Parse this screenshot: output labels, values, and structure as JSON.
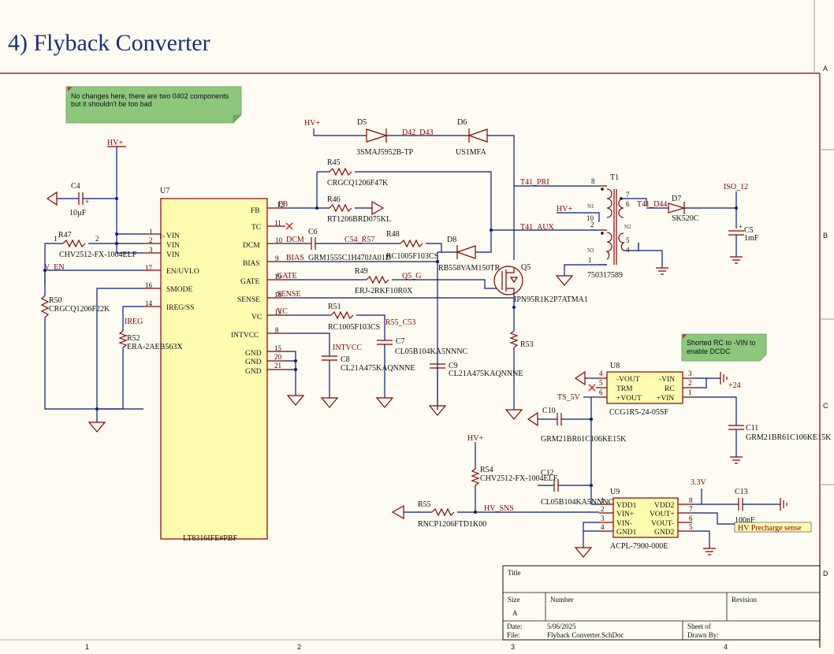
{
  "page": {
    "title": "4) Flyback Converter"
  },
  "zones": {
    "rows": [
      "A",
      "B",
      "C",
      "D"
    ],
    "cols": [
      "1",
      "2",
      "3",
      "4"
    ]
  },
  "notes": {
    "n1": [
      "No changes here, there are two 0402 components",
      "but it shouldn't be too bad"
    ],
    "n2": [
      "Shorted RC to -VIN to",
      "enable DCDC"
    ]
  },
  "ic_u7": {
    "designator": "U7",
    "part": "LT8316IFE#PBF",
    "left_pins": [
      {
        "num": "1",
        "name": "VIN"
      },
      {
        "num": "2",
        "name": "VIN"
      },
      {
        "num": "3",
        "name": "VIN"
      },
      {
        "num": "17",
        "name": "EN/UVLO"
      },
      {
        "num": "16",
        "name": "SMODE"
      },
      {
        "num": "14",
        "name": "IREG/SS"
      }
    ],
    "right_pins": [
      {
        "num": "12",
        "name": "FB"
      },
      {
        "num": "11",
        "name": "TC"
      },
      {
        "num": "10",
        "name": "DCM"
      },
      {
        "num": "9",
        "name": "BIAS"
      },
      {
        "num": "19",
        "name": "GATE"
      },
      {
        "num": "18",
        "name": "SENSE"
      },
      {
        "num": "13",
        "name": "VC"
      },
      {
        "num": "8",
        "name": "INTVCC"
      },
      {
        "num": "15",
        "name": "GND"
      },
      {
        "num": "20",
        "name": "GND"
      },
      {
        "num": "21",
        "name": "GND"
      }
    ]
  },
  "nets": {
    "hv_plus": "HV+",
    "v_en": "V_EN",
    "ireg": "IREG",
    "fb": "FB",
    "dcm": "DCM",
    "bias": "BIAS",
    "gate": "GATE",
    "sense": "SENSE",
    "vc": "VC",
    "intvcc": "INTVCC",
    "t41_pri": "T41_PRI",
    "t41_aux": "T41_AUX",
    "t41_d44": "T41_D44",
    "d42_d43": "D42_D43",
    "c54_r57": "C54_R57",
    "q5_g": "Q5_G",
    "r55_c53": "R55_C53",
    "iso_12": "ISO_12",
    "ts_5v": "TS_5V",
    "hv_sns": "HV_SNS",
    "v33": "3.3V",
    "p24": "+24",
    "hv_precharge": "HV Precharge sense"
  },
  "components": {
    "c4": {
      "des": "C4",
      "val": "10µF"
    },
    "r47": {
      "des": "R47",
      "val": "CHV2512-FX-1004ELF"
    },
    "r50": {
      "des": "R50",
      "val": "CRGCQ1206F22K"
    },
    "r52": {
      "des": "R52",
      "val": "ERA-2AEB563X"
    },
    "d5": {
      "des": "D5",
      "val": "3SMAJ5952B-TP"
    },
    "d6": {
      "des": "D6",
      "val": "US1MFA"
    },
    "r45": {
      "des": "R45",
      "val": "CRGCQ1206F47K"
    },
    "r46": {
      "des": "R46",
      "val": "RT1206BRD075KL"
    },
    "c6": {
      "des": "C6",
      "val": "GRM1555C1H470JA01D"
    },
    "r48": {
      "des": "R48",
      "val": "RC1005F103CS"
    },
    "d8": {
      "des": "D8",
      "val": "RB558VAM150TR"
    },
    "r49": {
      "des": "R49",
      "val": "ERJ-2RKF10R0X"
    },
    "r51": {
      "des": "R51",
      "val": "RC1005F103CS"
    },
    "c7": {
      "des": "C7",
      "val": "CL05B104KA5NNNC"
    },
    "c8": {
      "des": "C8",
      "val": "CL21A475KAQNNNE"
    },
    "c9": {
      "des": "C9",
      "val": "CL21A475KAQNNNE"
    },
    "q5": {
      "des": "Q5",
      "val": "IPN95R1K2P7ATMA1"
    },
    "r53": {
      "des": "R53",
      "val": ""
    },
    "t1": {
      "des": "T1",
      "val": "750317589"
    },
    "d7": {
      "des": "D7",
      "val": "SK520C"
    },
    "c5": {
      "des": "C5",
      "val": "1mF"
    },
    "u8": {
      "des": "U8",
      "val": "CCG1R5-24-05SF",
      "pins": [
        "-VOUT",
        "TRM",
        "+VOUT",
        "-VIN",
        "RC",
        "+VIN"
      ]
    },
    "c10": {
      "des": "C10",
      "val": "GRM21BR61C106KE15K"
    },
    "c11": {
      "des": "C11",
      "val": "GRM21BR61C106KE15K"
    },
    "r54": {
      "des": "R54",
      "val": "CHV2512-FX-1004ELF"
    },
    "c12": {
      "des": "C12",
      "val": "CL05B104KA5NNNC"
    },
    "r55": {
      "des": "R55",
      "val": "RNCP1206FTD1K00"
    },
    "u9": {
      "des": "U9",
      "val": "ACPL-7900-000E",
      "pins": [
        "VDD1",
        "VIN+",
        "VIN-",
        "GND1",
        "VDD2",
        "VOUT+",
        "VOUT-",
        "GND2"
      ]
    },
    "c13": {
      "des": "C13",
      "val": "100nF"
    }
  },
  "title_block": {
    "title_label": "Title",
    "size_label": "Size",
    "size_value": "A",
    "number_label": "Number",
    "revision_label": "Revision",
    "date_label": "Date:",
    "date_value": "5/06/2025",
    "sheet_label": "Sheet of",
    "file_label": "File:",
    "file_value": "Flyback Converter.SchDoc",
    "drawn_label": "Drawn By:"
  }
}
